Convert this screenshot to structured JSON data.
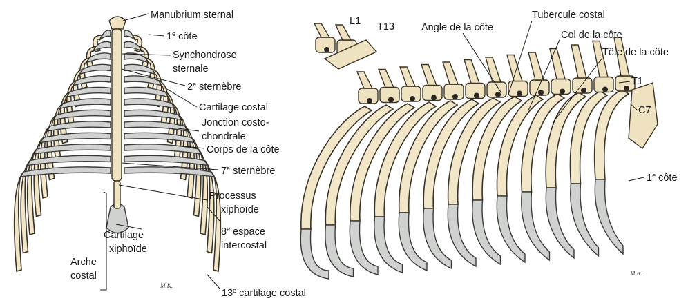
{
  "labels": {
    "manubrium": "Manubrium sternal",
    "first_rib_v": "1",
    "first_rib_sup": "e",
    "first_rib_word": " côte",
    "synchondrose_1": "Synchondrose",
    "synchondrose_2": "sternale",
    "sternebre2_n": "2",
    "sternebre2_sup": "e",
    "sternebre2_word": " sternèbre",
    "cartilage_costal": "Cartilage costal",
    "jonction_1": "Jonction costo-",
    "jonction_2": "chondrale",
    "corps": "Corps de la côte",
    "sternebre7_n": "7",
    "sternebre7_sup": "e",
    "sternebre7_word": " sternèbre",
    "processus_1": "Processus",
    "processus_2": "xiphoïde",
    "espace_n": "8",
    "espace_sup": "e",
    "espace_word": " espace",
    "espace_2": "intercostal",
    "cart_xiph_1": "Cartilage",
    "cart_xiph_2": "xiphoïde",
    "arche_1": "Arche",
    "arche_2": "costal",
    "cart13_n": "13",
    "cart13_sup": "e",
    "cart13_word": " cartilage costal",
    "L1": "L1",
    "T13": "T13",
    "angle": "Angle de la côte",
    "tubercule": "Tubercule costal",
    "col": "Col de la côte",
    "tete": "Tête de la côte",
    "T1": "T1",
    "C7": "C7",
    "first_rib_r_n": "1",
    "first_rib_r_sup": "e",
    "first_rib_r_word": " côte",
    "sig_left": "M.K.",
    "sig_right": "M.K."
  }
}
